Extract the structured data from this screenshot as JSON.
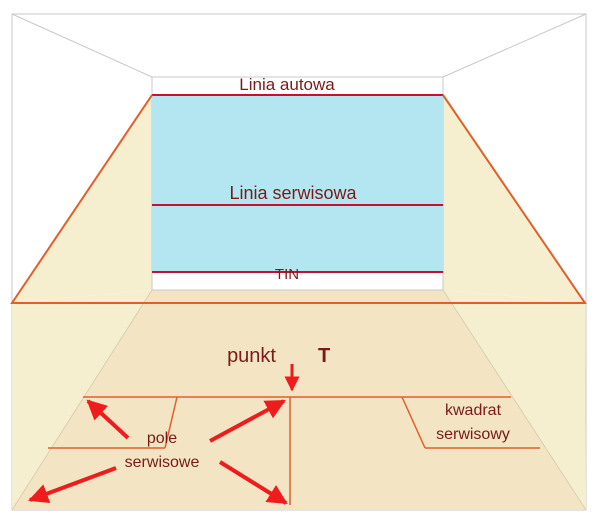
{
  "labels": {
    "out_line": "Linia autowa",
    "service_line": "Linia serwisowa",
    "tin": "TIN",
    "t_point_word": "punkt",
    "t_point_letter": "T",
    "service_box_line1": "pole",
    "service_box_line2": "serwisowe",
    "service_square_line1": "kwadrat",
    "service_square_line2": "serwisowy"
  },
  "colors": {
    "front_wall": "#b3e6f0",
    "side_wall": "#f6efcf",
    "floor": "#f3e4c4",
    "court_line": "#c8102e",
    "floor_line": "#e0602a",
    "arrow": "#ee1c1c",
    "text": "#7b1a1a",
    "outline": "#c8c8c8"
  }
}
